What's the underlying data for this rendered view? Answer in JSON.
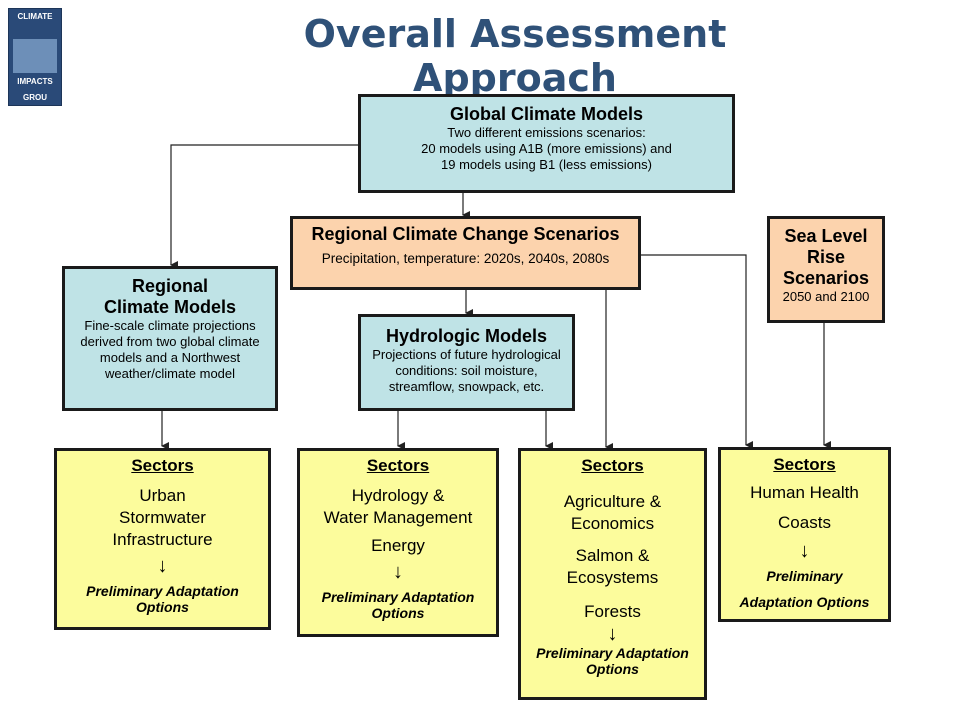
{
  "title": "Overall Assessment Approach",
  "logo": {
    "top_text": "CLIMATE",
    "mid_text": "IMPACTS",
    "bottom_text": "GROU"
  },
  "global_models": {
    "title": "Global Climate Models",
    "lines": [
      "Two different emissions scenarios:",
      "20 models using A1B (more emissions) and",
      "19 models using B1 (less emissions)"
    ]
  },
  "regional_scenarios": {
    "title": "Regional Climate Change Scenarios",
    "text": "Precipitation, temperature: 2020s, 2040s, 2080s"
  },
  "sea_level": {
    "title_lines": [
      "Sea Level",
      "Rise",
      "Scenarios"
    ],
    "text": "2050 and 2100"
  },
  "regional_models": {
    "title_lines": [
      "Regional",
      "Climate Models"
    ],
    "lines": [
      "Fine-scale climate projections",
      "derived from two global climate",
      "models and a Northwest",
      "weather/climate model"
    ]
  },
  "hydrologic_models": {
    "title": "Hydrologic Models",
    "lines": [
      "Projections of future hydrological",
      "conditions: soil moisture,",
      "streamflow, snowpack, etc."
    ]
  },
  "sectors": [
    {
      "heading": "Sectors",
      "items": [
        "Urban",
        "Stormwater",
        "Infrastructure"
      ],
      "arrow": "↓",
      "adapt_lines": [
        "Preliminary Adaptation",
        "Options"
      ]
    },
    {
      "heading": "Sectors",
      "items": [
        "Hydrology &",
        "Water Management",
        "Energy"
      ],
      "arrow": "↓",
      "adapt_lines": [
        "Preliminary Adaptation",
        "Options"
      ]
    },
    {
      "heading": "Sectors",
      "items": [
        "Agriculture &",
        "Economics",
        "Salmon &",
        "Ecosystems",
        "Forests"
      ],
      "arrow": "↓",
      "adapt_lines": [
        "Preliminary Adaptation",
        "Options"
      ]
    },
    {
      "heading": "Sectors",
      "items": [
        "Human Health",
        "Coasts"
      ],
      "arrow": "↓",
      "adapt_lines": [
        "Preliminary",
        "Adaptation Options"
      ]
    }
  ],
  "colors": {
    "title": "#2f5178",
    "blue_box": "#bfe3e6",
    "orange_box": "#fcd3ad",
    "yellow_box": "#fcfc9c"
  }
}
